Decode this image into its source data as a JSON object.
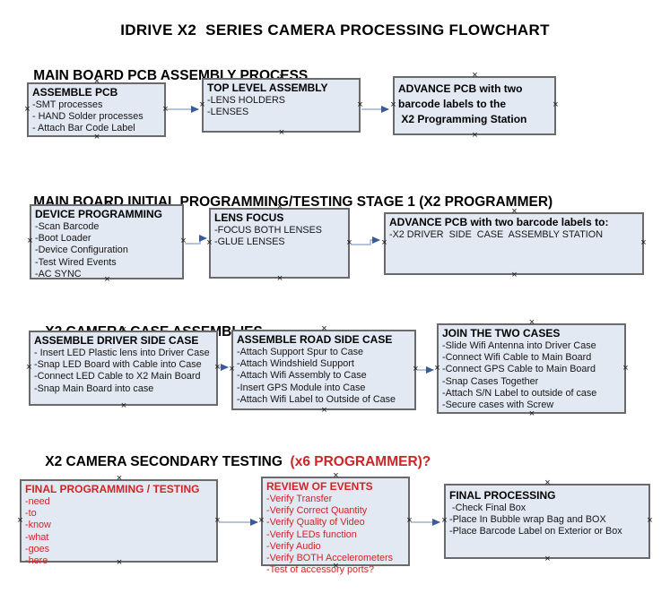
{
  "title": "IDRIVE X2  SERIES CAMERA PROCESSING FLOWCHART",
  "icons": {
    "connection_point": "×"
  },
  "colors": {
    "box_fill": "#e2e9f3",
    "box_border": "#6a6a6a",
    "red_text": "#cf2525",
    "black_text": "#000000",
    "connector_line": "#9db1d0",
    "connector_arrowhead": "#3b5a98"
  },
  "sections": [
    {
      "header": "MAIN BOARD PCB ASSEMBLY PROCESS",
      "boxes": [
        {
          "title": "ASSEMBLE PCB",
          "lines": [
            "-SMT processes",
            "- HAND Solder processes",
            "- Attach Bar Code Label"
          ]
        },
        {
          "title": "TOP LEVEL ASSEMBLY",
          "lines": [
            "-LENS HOLDERS",
            "-LENSES"
          ]
        },
        {
          "title": "ADVANCE PCB with two\nbarcode labels to the\n X2 Programming Station",
          "lines": []
        }
      ]
    },
    {
      "header": "MAIN BOARD INITIAL PROGRAMMING/TESTING STAGE 1 (X2 PROGRAMMER)",
      "boxes": [
        {
          "title": "DEVICE PROGRAMMING",
          "lines": [
            "-Scan Barcode",
            "-Boot Loader",
            "-Device Configuration",
            "-Test Wired Events",
            "-AC SYNC"
          ]
        },
        {
          "title": "LENS FOCUS",
          "lines": [
            "-FOCUS BOTH LENSES",
            "-GLUE LENSES"
          ]
        },
        {
          "title": "ADVANCE PCB with two barcode labels to:",
          "lines": [
            "-X2 DRIVER  SIDE  CASE  ASSEMBLY STATION"
          ]
        }
      ]
    },
    {
      "header": "X2 CAMERA CASE ASSEMBLIES",
      "boxes": [
        {
          "title": "ASSEMBLE DRIVER SIDE CASE",
          "lines": [
            "- Insert LED Plastic lens into Driver Case",
            "-Snap LED Board with Cable into Case",
            "-Connect LED Cable to X2 Main Board",
            "-Snap Main Board into case"
          ]
        },
        {
          "title": "ASSEMBLE ROAD SIDE CASE",
          "lines": [
            "-Attach Support Spur to Case",
            "-Attach Windshield Support",
            "-Attach Wifi Assembly to Case",
            "-Insert GPS Module into Case",
            "-Attach Wifi Label to Outside of Case"
          ]
        },
        {
          "title": "JOIN THE TWO CASES",
          "lines": [
            "-Slide Wifi Antenna into Driver Case",
            "-Connect Wifi Cable to Main Board",
            "-Connect GPS Cable to Main Board",
            "-Snap Cases Together",
            "-Attach S/N Label to outside of case",
            "-Secure cases with Screw"
          ]
        }
      ]
    },
    {
      "header": "X2 CAMERA SECONDARY TESTING ",
      "header_red": " (x6 PROGRAMMER)?",
      "boxes": [
        {
          "title": "FINAL PROGRAMMING / TESTING",
          "lines": [
            "-need",
            "-to",
            "-know",
            "-what",
            "-goes",
            "-here"
          ]
        },
        {
          "title": "REVIEW OF EVENTS",
          "lines": [
            "-Verify Transfer",
            "-Verify Correct Quantity",
            "-Verify Quality of Video",
            "-Verify LEDs function",
            "-Verify Audio",
            "-Verify BOTH Accelerometers",
            "-Test of accessory ports?"
          ]
        },
        {
          "title": "FINAL PROCESSING",
          "lines": [
            " -Check Final Box",
            "-Place In Bubble wrap Bag and BOX",
            "-Place Barcode Label on Exterior or Box"
          ]
        }
      ]
    }
  ]
}
